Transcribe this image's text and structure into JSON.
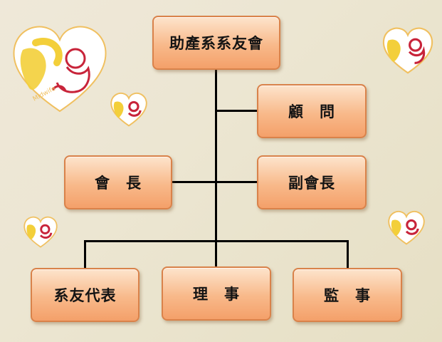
{
  "org_chart": {
    "root": "助產系系友會",
    "advisor": "顧　問",
    "president": "會　長",
    "vice_president": "副會長",
    "alumni_reps": "系友代表",
    "directors": "理　事",
    "supervisors": "監　事"
  },
  "decor": {
    "logo_text": "Midwife"
  },
  "colors": {
    "box_border": "#d9824a",
    "box_fill_top": "#fde4cc",
    "box_fill_bottom": "#f4a06a",
    "line": "#000000",
    "heart_yellow": "#f3cf3a",
    "heart_red": "#c8243a"
  }
}
